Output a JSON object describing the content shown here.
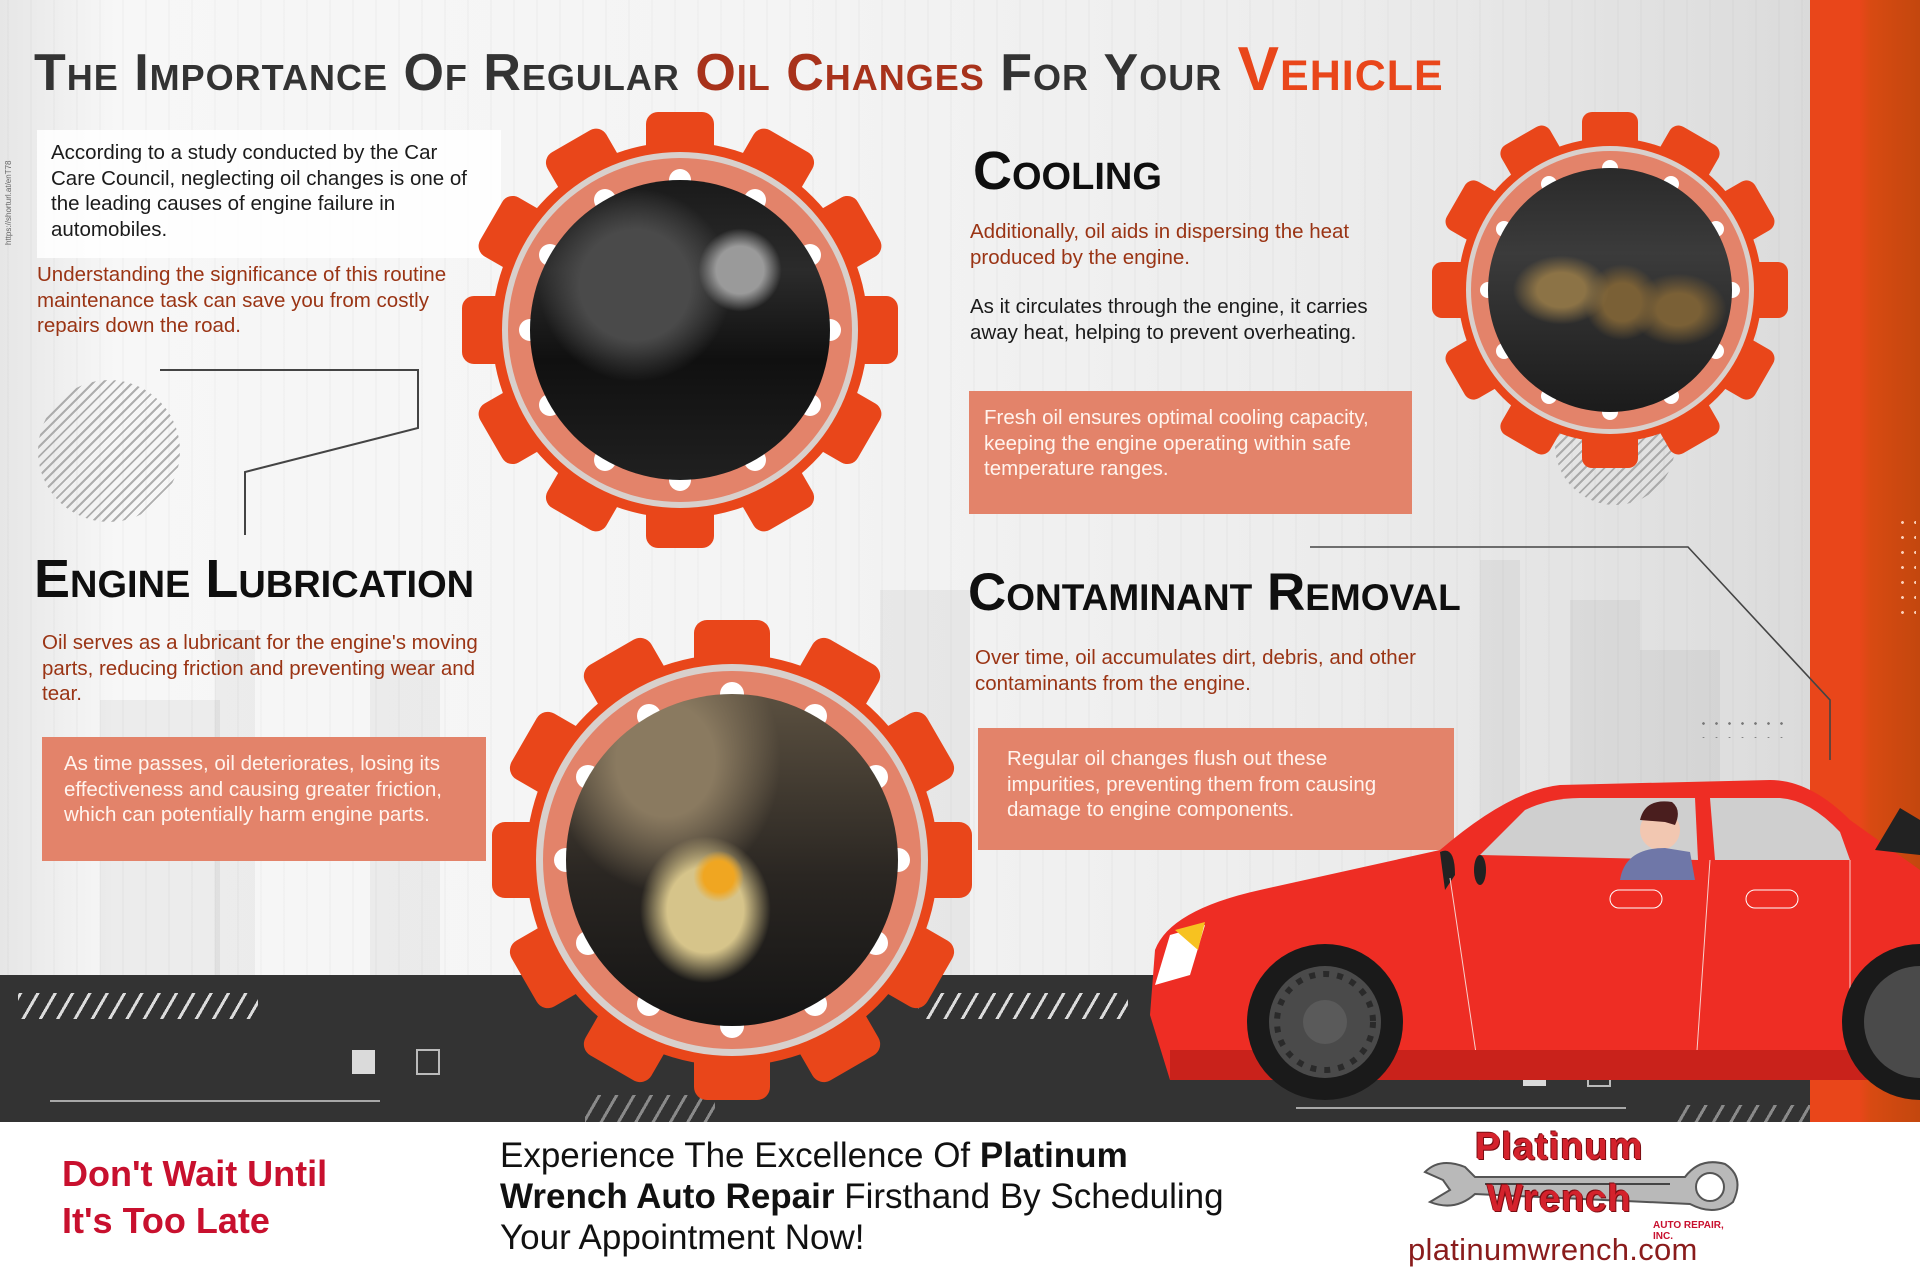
{
  "source_url": "https://shorturl.at/enT78",
  "title": {
    "part1": "The Importance Of Regular ",
    "part2": "Oil Changes",
    "part3": " For Your ",
    "part4": "Vehicle"
  },
  "intro": {
    "text": "According to a study conducted by the Car Care Council, neglecting oil changes is one of the leading causes of engine failure in automobiles.",
    "sub": "Understanding the significance of this routine maintenance task can save you from costly repairs down the road."
  },
  "sections": {
    "cooling": {
      "heading": "Cooling",
      "p1": "Additionally, oil aids in dispersing the heat produced by the engine.",
      "p2": "As it circulates through the engine, it carries away heat, helping to prevent overheating.",
      "box": "Fresh oil ensures optimal cooling capacity, keeping the engine operating within safe temperature ranges."
    },
    "engine_lubrication": {
      "heading": "Engine Lubrication",
      "p1": "Oil serves as a lubricant for the engine's moving parts, reducing friction and preventing wear and tear.",
      "box": "As time passes, oil deteriorates, losing its effectiveness and causing greater friction, which can potentially harm engine parts."
    },
    "contaminant_removal": {
      "heading": "Contaminant Removal",
      "p1": "Over time, oil accumulates dirt, debris, and other contaminants from the engine.",
      "box": "Regular oil changes flush out these impurities, preventing them from causing damage to engine components."
    }
  },
  "images": {
    "engine_bay": "engine-bay-photo",
    "valve_train": "valve-train-photo",
    "oil_pour": "oil-pouring-photo",
    "car": "red-car-with-driver-illustration"
  },
  "footer": {
    "cta_left_line1": "Don't Wait Until",
    "cta_left_line2": "It's Too Late",
    "cta_main_1": "Experience The Excellence Of ",
    "cta_main_bold": "Platinum Wrench Auto Repair",
    "cta_main_2": " Firsthand By Scheduling Your Appointment Now!",
    "logo_word1": "Platinum",
    "logo_word2": "Wrench",
    "logo_sub": "AUTO REPAIR, INC.",
    "website": "platinumwrench.com"
  },
  "colors": {
    "accent_orange": "#e9461a",
    "salmon": "#e3836a",
    "dark_red_text": "#9a3414",
    "road": "#333333",
    "cta_red": "#c8102e",
    "car_red": "#ee2d24"
  }
}
